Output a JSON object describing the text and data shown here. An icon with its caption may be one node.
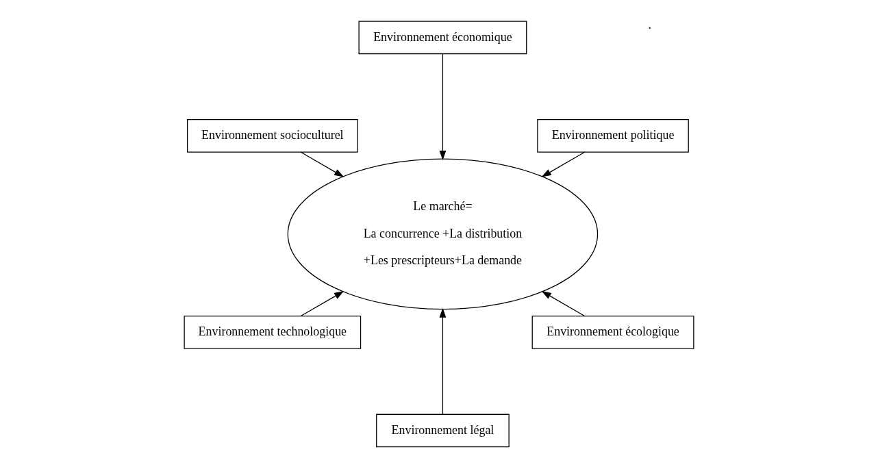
{
  "diagram": {
    "nodes": [
      {
        "text": [
          "Environnement politique"
        ]
      },
      {
        "text": [
          "Environnement économique"
        ]
      },
      {
        "text": [
          "Environnement socioculturel"
        ]
      },
      {
        "text": [
          "Le marché=",
          "La concurrence +La distribution",
          "+Les prescripteurs+La demande"
        ]
      },
      {
        "text": [
          "Environnement technologique"
        ]
      },
      {
        "text": [
          "Environnement légal"
        ]
      },
      {
        "text": [
          "Environnement écologique"
        ]
      }
    ],
    "edges": [
      {
        "from": 0,
        "to": 3,
        "arrow": "to"
      },
      {
        "from": 1,
        "to": 3,
        "arrow": "to"
      },
      {
        "from": 2,
        "to": 3,
        "arrow": "to"
      },
      {
        "from": 4,
        "to": 3,
        "arrow": "to"
      },
      {
        "from": 5,
        "to": 3,
        "arrow": "to"
      },
      {
        "from": 6,
        "to": 3,
        "arrow": "to"
      }
    ],
    "labels": [
      "."
    ]
  }
}
